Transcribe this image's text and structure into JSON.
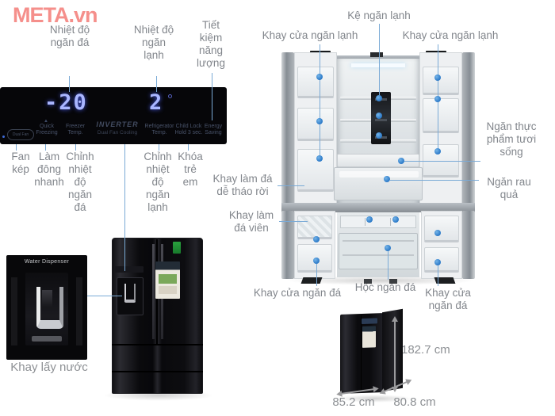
{
  "watermark": "META.vn",
  "colors": {
    "accent": "#7aaad6",
    "dot": "#2f7cc9",
    "label": "#82868c",
    "led": "#aab6ff",
    "brand": "#ef4b45"
  },
  "panel": {
    "freezer_display": "-20",
    "fridge_display": "2",
    "fan_button": "Dual Fan",
    "quick": "Quick Freezing",
    "freezer": "Freezer Temp.",
    "inverter": "INVERTER",
    "inverter_sub": "Dual Fan Cooling",
    "refrigerator": "Refrigerator Temp.",
    "child": "Child Lock Hold 3 sec.",
    "energy": "Energy Saving"
  },
  "labels": {
    "freezer_temp": "Nhiệt độ ngăn đá",
    "fridge_temp": "Nhiệt độ ngăn lạnh",
    "energy_saving": "Tiết kiệm năng lượng",
    "dual_fan": "Fan kép",
    "quick_freeze": "Làm đông nhanh",
    "adj_freezer": "Chỉnh nhiệt độ ngăn đá",
    "adj_fridge": "Chỉnh nhiệt độ ngăn lạnh",
    "child_lock": "Khóa trẻ em",
    "removable_ice": "Khay làm đá dễ tháo rời",
    "ice_cube": "Khay làm đá viên",
    "water_tray": "Khay lấy nước",
    "shelf": "Kệ ngăn lạnh",
    "door_tray_cool_left": "Khay cửa ngăn lạnh",
    "door_tray_cool_right": "Khay cửa ngăn lạnh",
    "fresh_food": "Ngăn thực phẩm tươi sống",
    "veg": "Ngăn rau quả",
    "door_tray_frz_left": "Khay cửa ngăn đá",
    "freezer_box": "Hộc ngăn đá",
    "door_tray_frz_right": "Khay cửa ngăn đá"
  },
  "inset": {
    "title": "Water Dispenser"
  },
  "dims": {
    "height": "182.7 cm",
    "width": "85.2 cm",
    "depth": "80.8 cm"
  }
}
